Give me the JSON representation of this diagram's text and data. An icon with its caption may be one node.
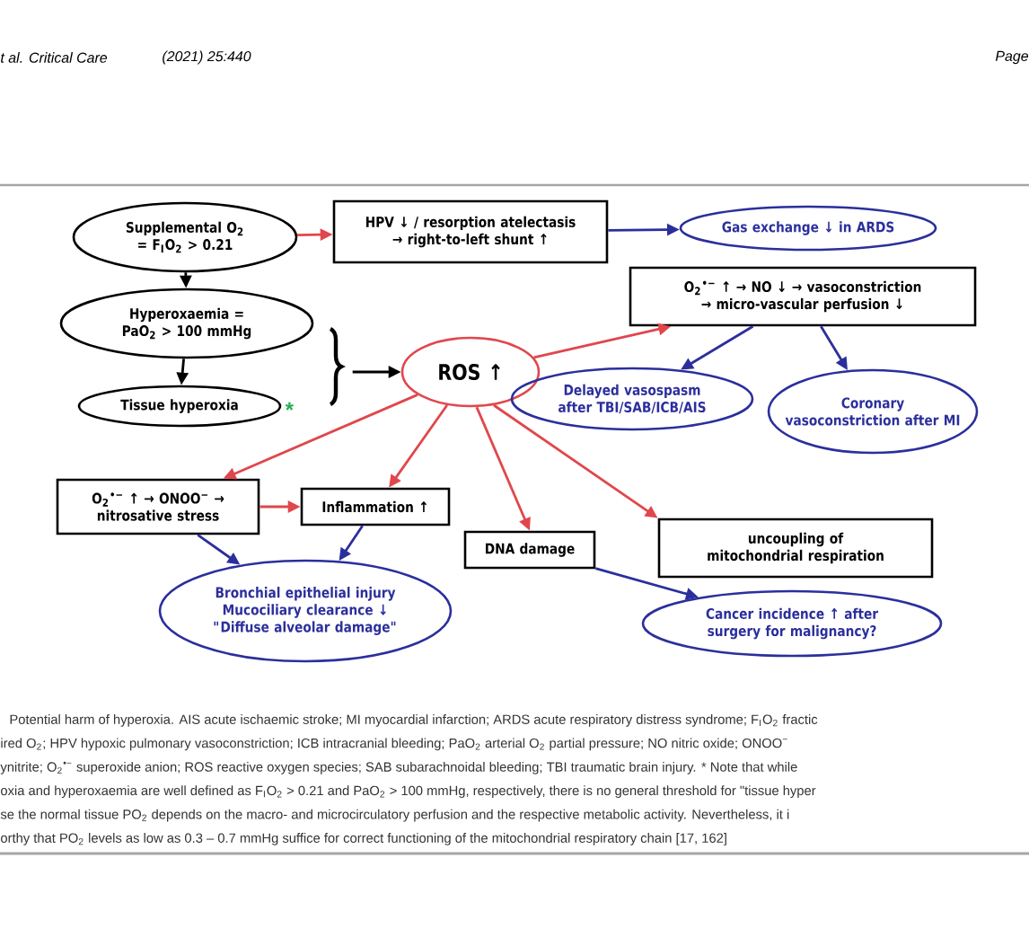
{
  "diagram": {
    "nodes": [
      {
        "text": [
          "Supplemental O$_{2}$ = F$_{I}$O$_{2}$ > 0.21"
        ]
      },
      {
        "text": [
          "Hyperoxaemia = PaO$_{2}$ > 100 mmHg"
        ]
      },
      {
        "text": [
          "Tissue hyperoxia"
        ],
        "beside": [
          "*"
        ]
      },
      {
        "text": [
          "HPV ↓ / resorption atelectasis → right-to-left shunt ↑"
        ]
      },
      {
        "text": [
          "Gas exchange ↓ in ARDS"
        ]
      },
      {
        "text": [
          "ROS ↑"
        ]
      },
      {
        "text": [
          "O$_{2}$$^{•−}$ ↑ → NO ↓ → vasoconstriction → micro-vascular perfusion ↓"
        ]
      },
      {
        "text": [
          "Delayed vasospasm after TBI/SAB/ICB/AIS"
        ]
      },
      {
        "text": [
          "Coronary vasoconstriction after MI"
        ]
      },
      {
        "text": [
          "O$_{2}$$^{•−}$ ↑ → ONOO$^{−}$ → nitrosative stress"
        ]
      },
      {
        "text": [
          "Inflammation ↑"
        ]
      },
      {
        "text": [
          "DNA damage"
        ]
      },
      {
        "text": [
          "uncoupling of mitochondrial respiration"
        ]
      },
      {
        "text": [
          "Bronchial epithelial injury",
          "Mucociliary clearance ↓",
          "\"Diffuse alveolar damage\""
        ]
      },
      {
        "text": [
          "Cancer incidence ↑ after surgery for malignancy?"
        ]
      }
    ],
    "edges": [
      {
        "from": 0,
        "to": 1,
        "arrow": "to",
        "color": "#000000"
      },
      {
        "from": 1,
        "to": 2,
        "arrow": "to",
        "color": "#000000"
      },
      {
        "from": null,
        "to": 5,
        "arrow": "to",
        "color": "#000000"
      },
      {
        "from": 0,
        "to": 3,
        "arrow": "to"
      },
      {
        "from": 3,
        "to": 4,
        "arrow": "to",
        "color": "#2b2f9c"
      },
      {
        "from": 5,
        "to": 6,
        "arrow": "to"
      },
      {
        "from": 6,
        "to": 7,
        "arrow": "to",
        "color": "#2b2f9c"
      },
      {
        "from": 6,
        "to": 8,
        "arrow": "to",
        "color": "#2b2f9c"
      },
      {
        "from": 5,
        "to": 9,
        "arrow": "to"
      },
      {
        "from": 5,
        "to": 10,
        "arrow": "to"
      },
      {
        "from": 5,
        "to": 11,
        "arrow": "to"
      },
      {
        "from": 5,
        "to": 12,
        "arrow": "to"
      },
      {
        "from": 9,
        "to": 10,
        "arrow": "to"
      },
      {
        "from": 9,
        "to": 13,
        "arrow": "to",
        "color": "#2b2f9c"
      },
      {
        "from": 10,
        "to": 13,
        "arrow": "to",
        "color": "#2b2f9c"
      },
      {
        "from": 11,
        "to": 14,
        "arrow": "to",
        "color": "#2b2f9c"
      }
    ],
    "labels": [
      "t al. Critical Care",
      "(2021) 25:440",
      "Page",
      "Potential harm of hyperoxia. AIS acute ischaemic stroke; MI myocardial infarction; ARDS acute respiratory distress syndrome; F$_{I}$O$_{2}$ fractic",
      "ired O$_{2}$; HPV hypoxic pulmonary vasoconstriction; ICB intracranial bleeding; PaO$_{2}$ arterial O$_{2}$ partial pressure; NO nitric oxide; ONOO$^{−}$",
      "ynitrite; O$_{2}$$^{•−}$ superoxide anion; ROS reactive oxygen species; SAB subarachnoidal bleeding; TBI traumatic brain injury. * Note that while",
      "oxia and hyperoxaemia are well defined as F$_{I}$O$_{2}$ > 0.21 and PaO$_{2}$ > 100 mmHg, respectively, there is no general threshold for \"tissue hyper",
      "se the normal tissue PO$_{2}$ depends on the macro- and microcirculatory perfusion and the respective metabolic activity. Nevertheless, it i",
      "orthy that PO$_{2}$ levels as low as 0.3 – 0.7 mmHg suffice for correct functioning of the mitochondrial respiratory chain [17, 162]"
    ]
  }
}
